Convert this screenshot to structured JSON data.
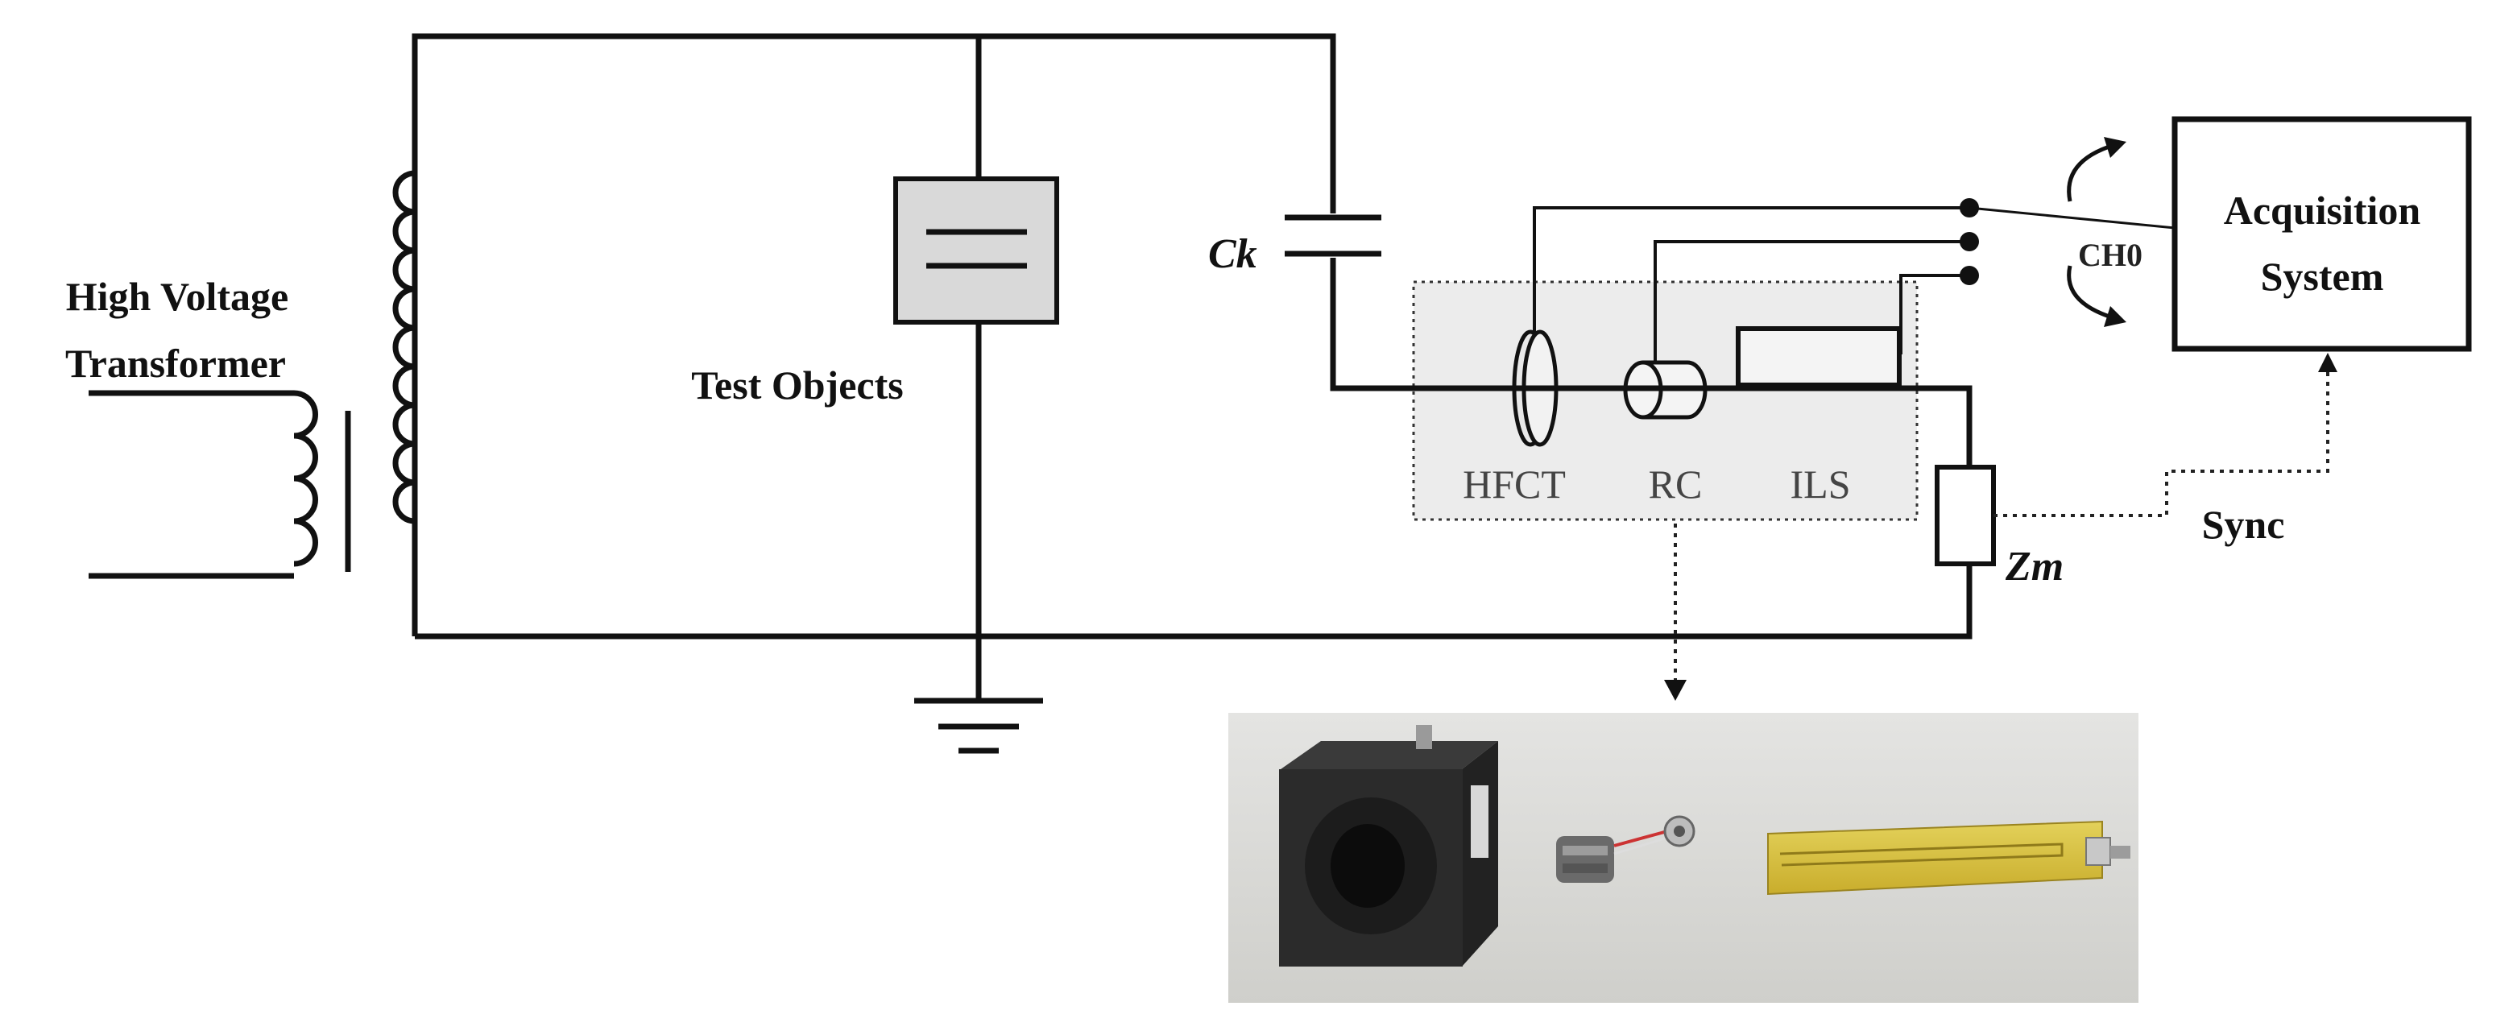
{
  "labels": {
    "transformer_line1": "High Voltage",
    "transformer_line2": "Transformer",
    "test_objects": "Test Objects",
    "coupling_capacitor": "Ck",
    "measuring_impedance": "Zm",
    "hfct": "HFCT",
    "rc": "RC",
    "ils": "ILS",
    "acquisition_line1": "Acquisition",
    "acquisition_line2": "System",
    "channel": "CH0",
    "sync": "Sync"
  },
  "photo": {
    "items": [
      "HFCT",
      "RC",
      "ILS"
    ]
  },
  "colors": {
    "wire": "#111111",
    "sensor_box_fill": "#ececec",
    "test_object_fill": "#d9d9d9",
    "photo_background": "#dcdcd8",
    "ils_board": "#d8c23a"
  }
}
